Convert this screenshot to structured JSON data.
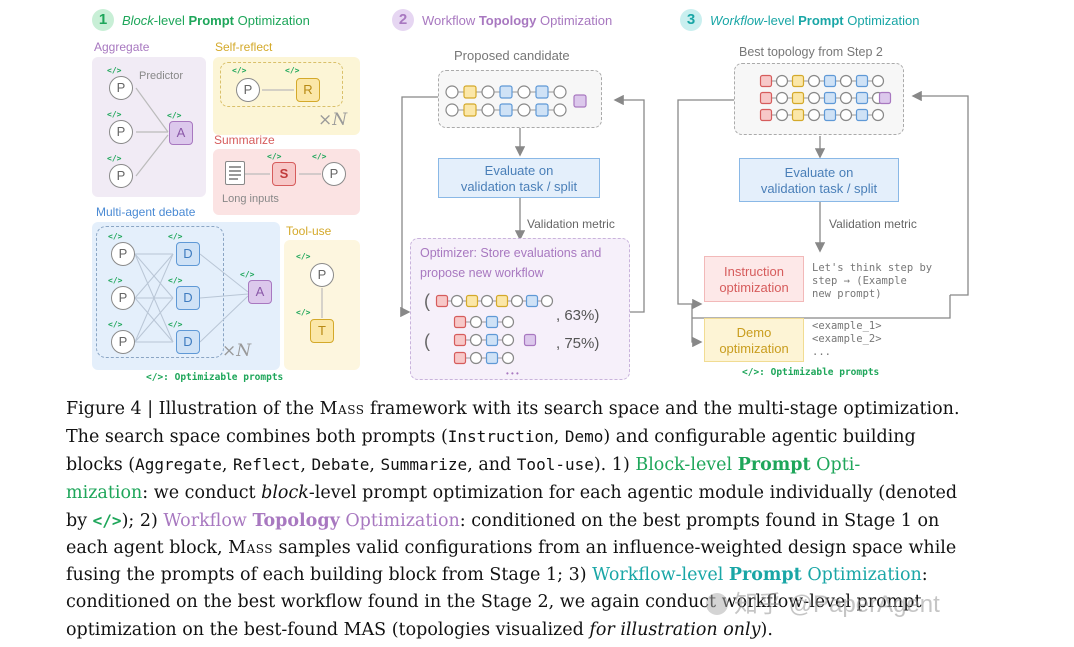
{
  "stages": [
    {
      "number": "1",
      "title_prefix": "Block",
      "title_mid": "-level ",
      "title_bold": "Prompt",
      "title_suffix": " Optimization",
      "color": "#1ea65a",
      "badge_bg": "#c8efd6"
    },
    {
      "number": "2",
      "title_prefix": "Workflow ",
      "title_bold": "Topology",
      "title_suffix": " Optimization",
      "color": "#a878c0",
      "badge_bg": "#e6d6f2"
    },
    {
      "number": "3",
      "title_prefix": "Workflow",
      "title_mid": "-level ",
      "title_bold": "Prompt",
      "title_suffix": " Optimization",
      "color": "#19a6a6",
      "badge_bg": "#c9efef"
    }
  ],
  "stage1": {
    "aggregate_label": "Aggregate",
    "predictor_label": "Predictor",
    "self_reflect_label": "Self-reflect",
    "times_n": "×N",
    "summarize_label": "Summarize",
    "long_inputs_label": "Long inputs",
    "debate_label": "Multi-agent debate",
    "tool_use_label": "Tool-use",
    "optimizable_prompts": "</>: Optimizable prompts",
    "code_tag": "</>",
    "node_p": "P",
    "node_a": "A",
    "node_r": "R",
    "node_s": "S",
    "node_d": "D",
    "node_t": "T"
  },
  "stage2": {
    "proposed_candidate": "Proposed candidate",
    "evaluate_line1": "Evaluate on",
    "evaluate_line2": "validation task / split",
    "validation_metric": "Validation metric",
    "optimizer_bold": "Optimizer:",
    "optimizer_rest": " Store evaluations and",
    "optimizer_line2": "propose new workflow",
    "score1": ", 63%)",
    "score2": ", 75%)",
    "paren_open": "(",
    "ellipsis": "• • •"
  },
  "stage3": {
    "best_topology": "Best topology from Step 2",
    "evaluate_line1": "Evaluate on",
    "evaluate_line2": "validation task / split",
    "validation_metric": "Validation metric",
    "instruction_line1": "Instruction",
    "instruction_line2": "optimization",
    "instruction_text": "Let's think step by\nstep → (Example\nnew prompt)",
    "demo_line1": "Demo",
    "demo_line2": "optimization",
    "demo_text": "<example_1>\n<example_2>\n...",
    "optimizable_prompts": "</>: Optimizable prompts"
  },
  "caption": {
    "l1_a": "Figure 4 | Illustration of the ",
    "l1_mass": "Mass",
    "l1_b": " framework with its search space and the multi-stage optimization.",
    "l2_a": "The search space combines both prompts (",
    "l2_instruction": "Instruction",
    "l2_b": ", ",
    "l2_demo": "Demo",
    "l2_c": ") and configurable agentic building",
    "l3_a": "blocks (",
    "l3_aggregate": "Aggregate",
    "l3_b": ", ",
    "l3_reflect": "Reflect",
    "l3_c": ", ",
    "l3_debate": "Debate",
    "l3_d": ", ",
    "l3_summarize": "Summarize",
    "l3_e": ", and ",
    "l3_tooluse": "Tool-use",
    "l3_f": "). 1) ",
    "l3_green1": "Block-level ",
    "l3_green_bold": "Prompt",
    "l3_green2": " Opti-",
    "l4_green": "mization",
    "l4_a": ": we conduct ",
    "l4_italic": "block",
    "l4_b": "-level prompt optimization for each agentic module individually (denoted",
    "l5_a": "by ",
    "l5_code": "</>",
    "l5_b": "); 2) ",
    "l5_purple1": "Workflow ",
    "l5_purple_bold": "Topology",
    "l5_purple2": " Optimization",
    "l5_c": ": conditioned on the best prompts found in Stage 1 on",
    "l6_a": "each agent block, ",
    "l6_mass": "Mass",
    "l6_b": " samples valid configurations from an influence-weighted design space while",
    "l7_a": "fusing the prompts of each building block from Stage 1; 3) ",
    "l7_teal1": "Workflow-level ",
    "l7_teal_bold": "Prompt",
    "l7_teal2": " Optimization",
    "l7_b": ":",
    "l8": "conditioned on the best workflow found in the Stage 2, we again conduct workflow-level prompt",
    "l9_a": "optimization on the best-found MAS (topologies visualized ",
    "l9_italic": "for illustration only",
    "l9_b": ")."
  },
  "watermark": "知乎 @PaperAgent",
  "colors": {
    "green": "#1ea65a",
    "purple": "#a878c0",
    "teal": "#19a6a6",
    "blue_box": "#e4effb",
    "blue_border": "#7fb3e3",
    "red_node": "#f7c8c8",
    "yellow_node": "#fbe7a8",
    "purple_node": "#dcc8ec",
    "green_node": "#c8ead4"
  }
}
